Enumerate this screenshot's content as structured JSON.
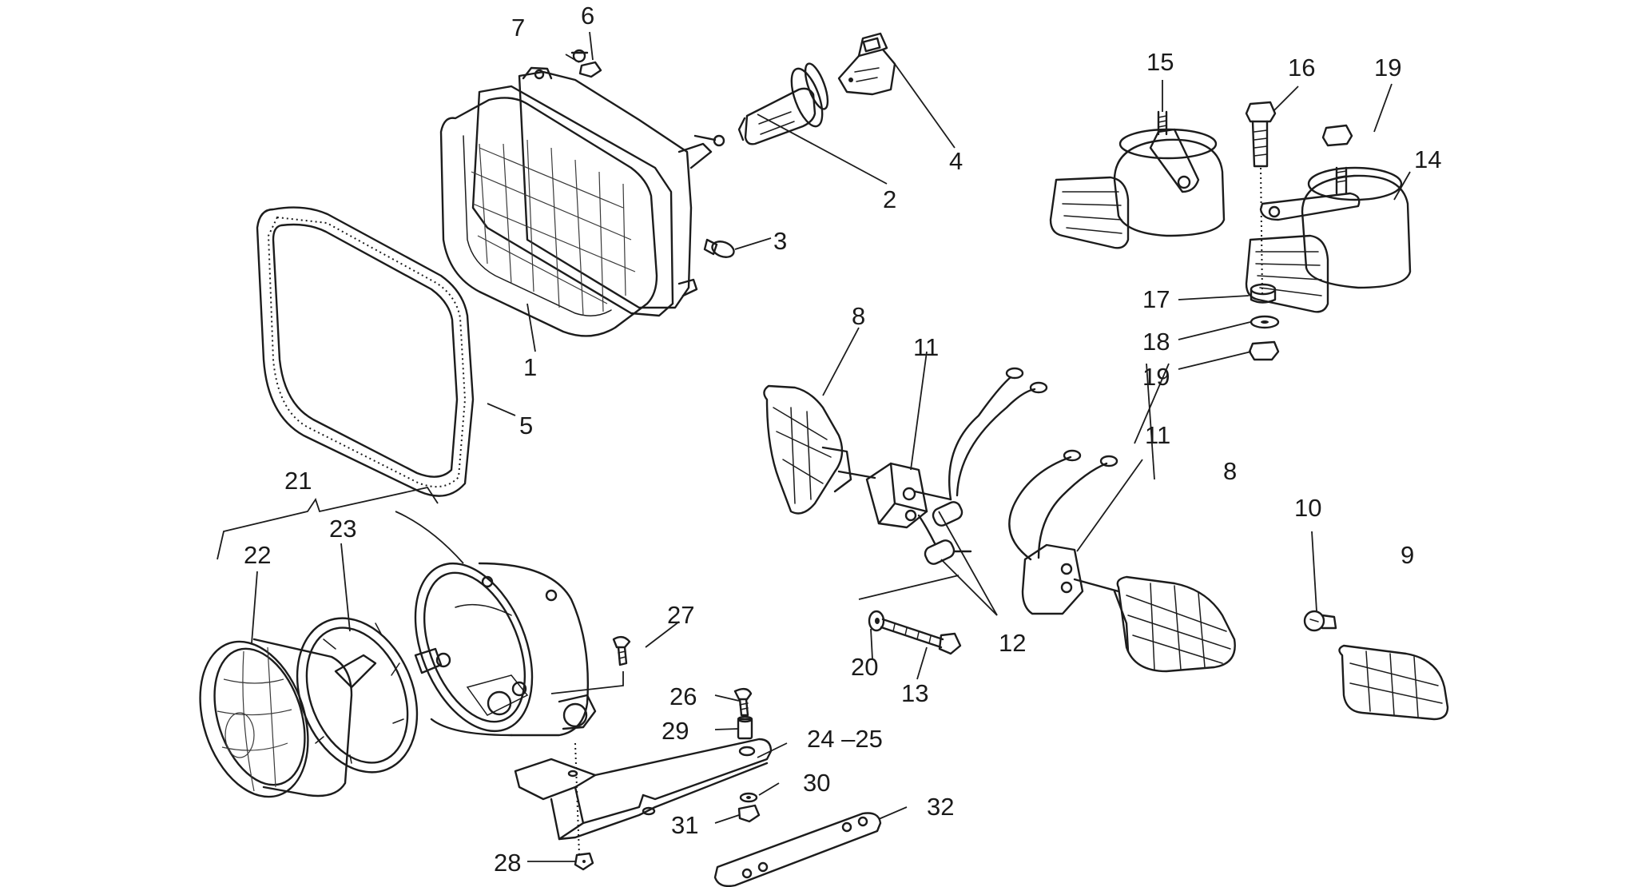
{
  "callouts": [
    {
      "id": "c1",
      "text": "1"
    },
    {
      "id": "c2",
      "text": "2"
    },
    {
      "id": "c3",
      "text": "3"
    },
    {
      "id": "c4",
      "text": "4"
    },
    {
      "id": "c5",
      "text": "5"
    },
    {
      "id": "c6",
      "text": "6"
    },
    {
      "id": "c7",
      "text": "7"
    },
    {
      "id": "c8a",
      "text": "8"
    },
    {
      "id": "c8b",
      "text": "8"
    },
    {
      "id": "c9",
      "text": "9"
    },
    {
      "id": "c10",
      "text": "10"
    },
    {
      "id": "c11a",
      "text": "11"
    },
    {
      "id": "c11b",
      "text": "11"
    },
    {
      "id": "c12",
      "text": "12"
    },
    {
      "id": "c13",
      "text": "13"
    },
    {
      "id": "c14",
      "text": "14"
    },
    {
      "id": "c15",
      "text": "15"
    },
    {
      "id": "c16",
      "text": "16"
    },
    {
      "id": "c17",
      "text": "17"
    },
    {
      "id": "c18",
      "text": "18"
    },
    {
      "id": "c19a",
      "text": "19"
    },
    {
      "id": "c19b",
      "text": "19"
    },
    {
      "id": "c20",
      "text": "20"
    },
    {
      "id": "c21",
      "text": "21"
    },
    {
      "id": "c22",
      "text": "22"
    },
    {
      "id": "c23",
      "text": "23"
    },
    {
      "id": "c24",
      "text": "24 –25"
    },
    {
      "id": "c26",
      "text": "26"
    },
    {
      "id": "c27",
      "text": "27"
    },
    {
      "id": "c28",
      "text": "28"
    },
    {
      "id": "c29",
      "text": "29"
    },
    {
      "id": "c30",
      "text": "30"
    },
    {
      "id": "c31",
      "text": "31"
    },
    {
      "id": "c32",
      "text": "32"
    }
  ]
}
